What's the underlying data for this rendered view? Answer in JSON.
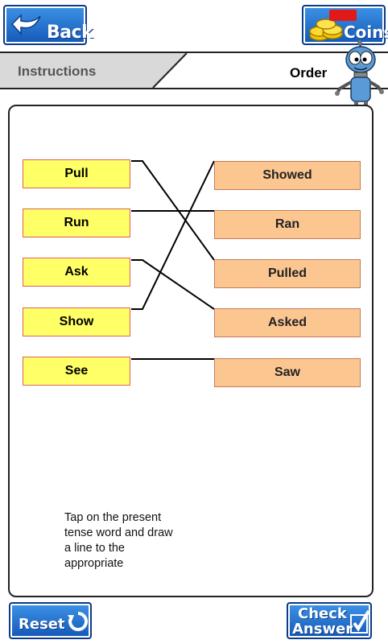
{
  "header": {
    "back_label": "Back",
    "coins_label": "Coins"
  },
  "tabs": {
    "instructions_label": "Instructions",
    "order_label": "Order"
  },
  "exercise": {
    "present_words": [
      "Pull",
      "Run",
      "Ask",
      "Show",
      "See"
    ],
    "past_words": [
      "Showed",
      "Ran",
      "Pulled",
      "Asked",
      "Saw"
    ],
    "instruction_text": "Tap on the present tense word and draw a line to the appropriate"
  },
  "footer": {
    "reset_label": "Reset",
    "check_label_line1": "Check",
    "check_label_line2": "Answer"
  },
  "colors": {
    "button_blue": "#1a63c4",
    "present_word_fill": "#ffff66",
    "past_word_fill": "#fcc691",
    "badge_red": "#e0191b"
  },
  "icons": [
    "back-arrow-icon",
    "coins-icon",
    "robot-mascot-icon",
    "reset-icon",
    "checkmark-icon"
  ]
}
